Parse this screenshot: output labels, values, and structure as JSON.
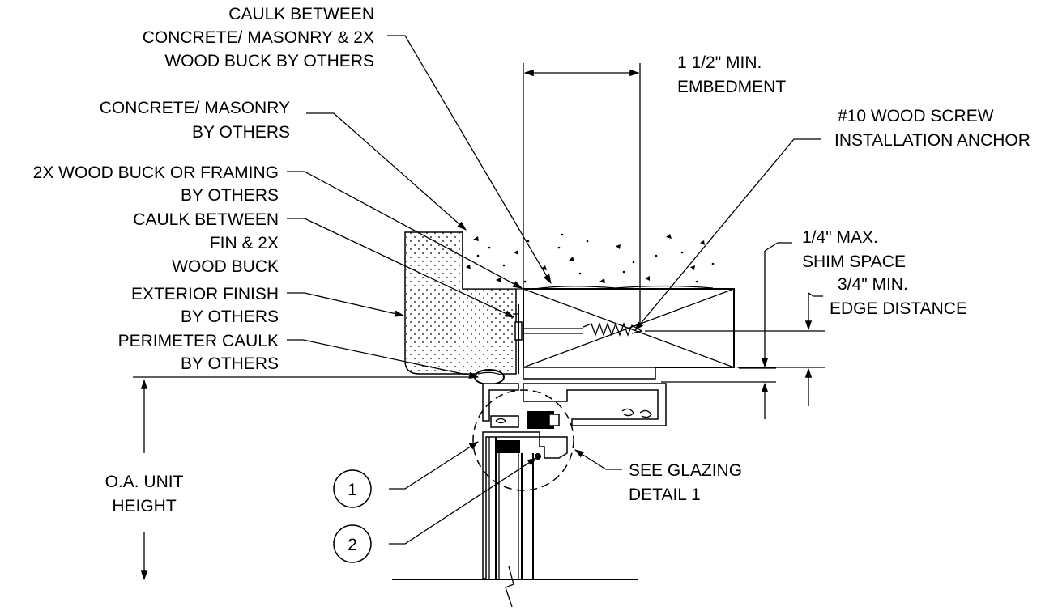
{
  "callouts": {
    "caulk_masonry": [
      "CAULK BETWEEN",
      "CONCRETE/ MASONRY & 2X",
      "WOOD BUCK BY OTHERS"
    ],
    "concrete": [
      "CONCRETE/ MASONRY",
      "BY OTHERS"
    ],
    "wood_buck": [
      "2X WOOD BUCK OR FRAMING",
      "BY OTHERS"
    ],
    "caulk_fin": [
      "CAULK BETWEEN",
      "FIN & 2X",
      "WOOD BUCK"
    ],
    "exterior_finish": [
      "EXTERIOR FINISH",
      "BY OTHERS"
    ],
    "perimeter_caulk": [
      "PERIMETER CAULK",
      "BY OTHERS"
    ],
    "embedment": [
      "1 1/2\" MIN.",
      "EMBEDMENT"
    ],
    "wood_screw": [
      "#10 WOOD SCREW",
      "INSTALLATION ANCHOR"
    ],
    "shim_space": [
      "1/4\" MAX.",
      "SHIM SPACE"
    ],
    "edge_distance": [
      "3/4\" MIN.",
      "EDGE DISTANCE"
    ],
    "oa_height": [
      "O.A. UNIT",
      "HEIGHT"
    ],
    "glazing_detail": [
      "SEE GLAZING",
      "DETAIL 1"
    ]
  },
  "markers": [
    "1",
    "2"
  ]
}
